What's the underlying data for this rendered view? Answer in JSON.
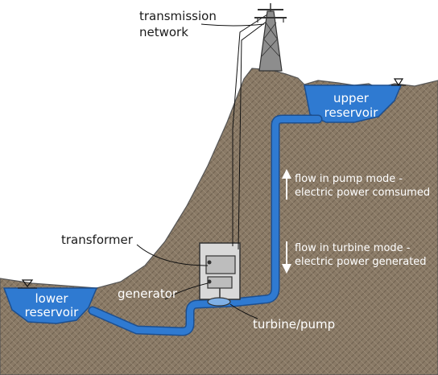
{
  "labels": {
    "transmission_line1": "transmission",
    "transmission_line2": "network",
    "upper_reservoir_line1": "upper",
    "upper_reservoir_line2": "reservoir",
    "lower_reservoir_line1": "lower",
    "lower_reservoir_line2": "reservoir",
    "transformer": "transformer",
    "generator": "generator",
    "turbine_pump": "turbine/pump",
    "pump_mode_line1": "flow in pump mode -",
    "pump_mode_line2": "electric power comsumed",
    "turbine_mode_line1": "flow in turbine mode -",
    "turbine_mode_line2": "electric power generated"
  },
  "colors": {
    "terrain": "#8a7a66",
    "terrain_hatch": "#6f6150",
    "water": "#2f7ad1",
    "water_edge": "#1d4f8f",
    "powerhouse": "#d9d9d9",
    "tower": "#8d8d8d"
  }
}
